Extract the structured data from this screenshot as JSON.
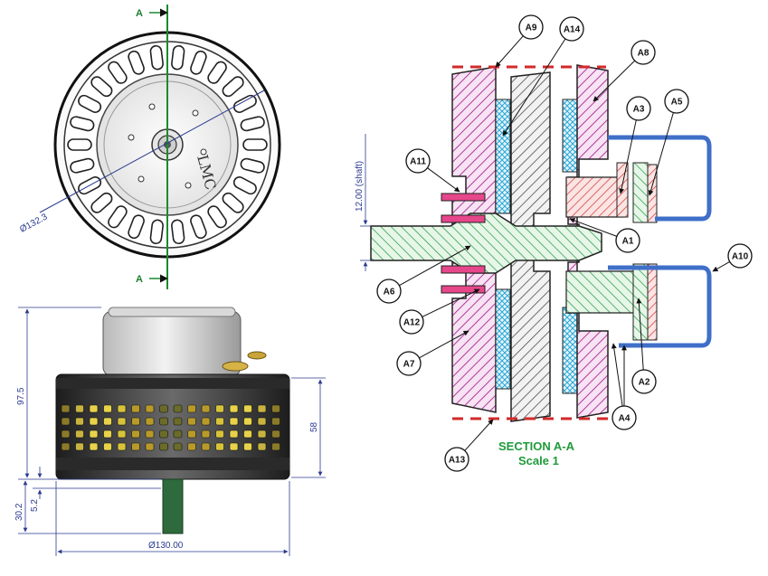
{
  "front_view": {
    "section_marker_top": "A",
    "section_marker_bottom": "A",
    "diameter_label": "Ø132.3",
    "brand": "LMC"
  },
  "side_view": {
    "height_total": "97.5",
    "height_body": "58",
    "height_bottom": "5.2",
    "height_shaft": "30.2",
    "diameter_label": "Ø130.00"
  },
  "section_view": {
    "title": "SECTION A-A",
    "scale": "Scale 1",
    "shaft_dim": "12.00 (shaft)",
    "callouts": [
      "A9",
      "A14",
      "A8",
      "A3",
      "A5",
      "A11",
      "A1",
      "A10",
      "A6",
      "A12",
      "A7",
      "A2",
      "A4",
      "A13"
    ]
  }
}
